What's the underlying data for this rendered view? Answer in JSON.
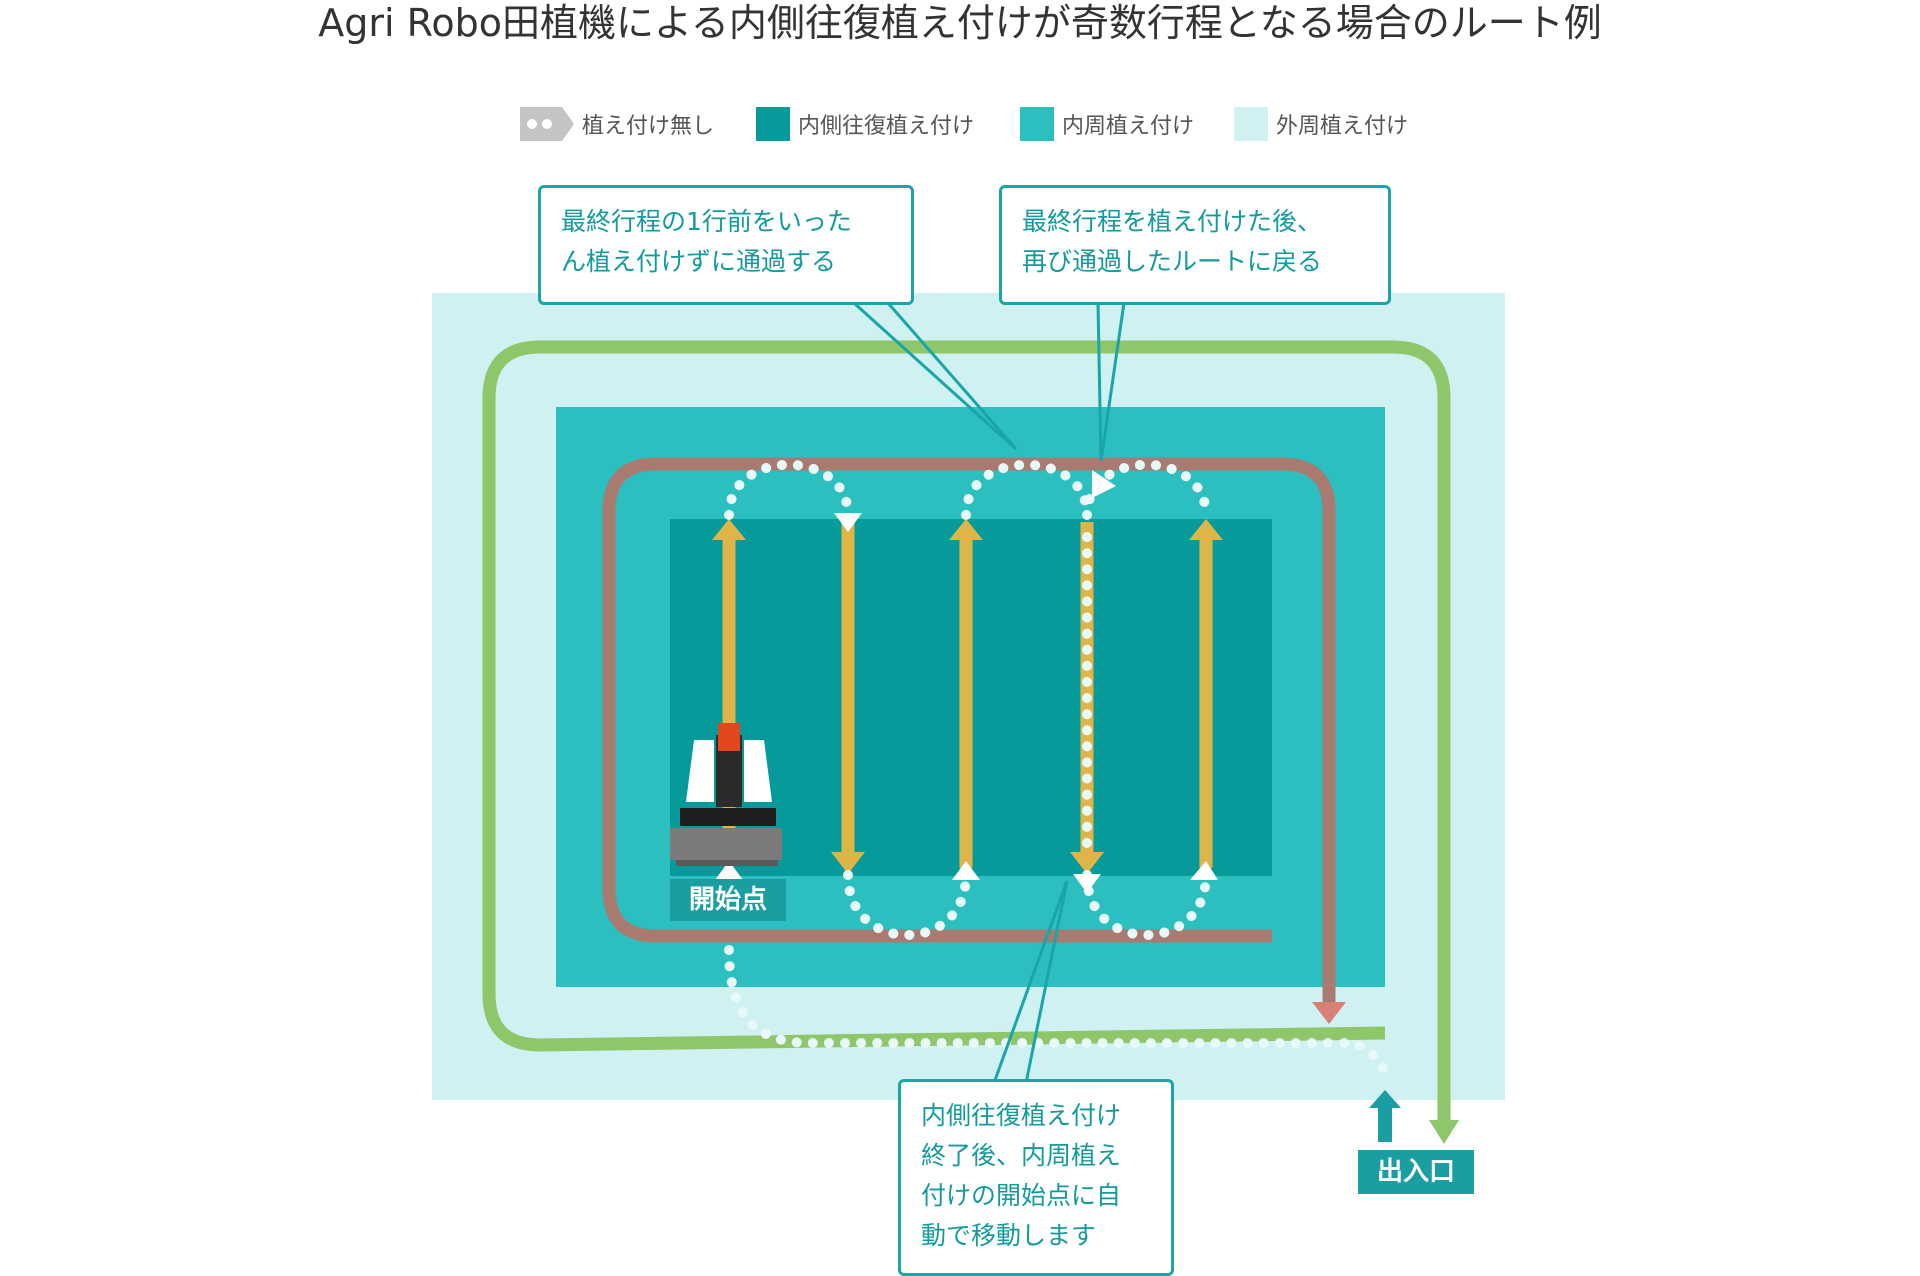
{
  "title": "Agri Robo田植機による内側往復植え付けが奇数行程となる場合のルート例",
  "legend": [
    {
      "label": "植え付け無し",
      "color": "#c4c4c4",
      "icon": "dotted-arrow-icon"
    },
    {
      "label": "内側往復植え付け",
      "color": "#069a9a",
      "icon": "swatch"
    },
    {
      "label": "内周植え付け",
      "color": "#2bbfbf",
      "icon": "swatch"
    },
    {
      "label": "外周植え付け",
      "color": "#d0f1f2",
      "icon": "swatch"
    }
  ],
  "callouts": {
    "first": [
      "最終行程の1行前をいった",
      "ん植え付けずに通過する"
    ],
    "second": [
      "最終行程を植え付けた後、",
      "再び通過したルートに戻る"
    ],
    "third": [
      "内側往復植え付け",
      "終了後、内周植え",
      "付けの開始点に自",
      "動で移動します"
    ]
  },
  "labels": {
    "start": "開始点",
    "entrance": "出入口"
  },
  "colors": {
    "outer": "#d0f1f2",
    "inner_round": "#2bbfbf",
    "inner_field": "#069a9a",
    "accent": "#1aa5a8",
    "green_route": "#8ec66a",
    "brown_route": "#a87a70",
    "yellow_pass": "#dfb548",
    "red_arrow": "#d98076"
  }
}
